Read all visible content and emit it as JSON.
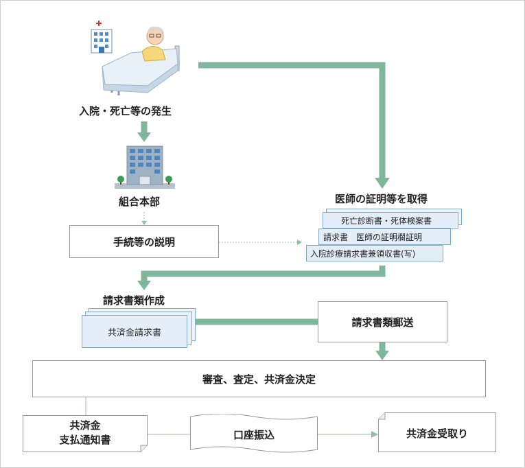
{
  "nodes": {
    "hospitalization": "入院・死亡等の発生",
    "headquarters": "組合本部",
    "procedure_explanation": "手続等の説明",
    "obtain_certificates": "医師の証明等を取得",
    "documents": [
      "死亡診断書・死体検案書",
      "請求書　医師の証明欄証明",
      "入院診療請求書兼領収書(写)"
    ],
    "claim_preparation": "請求書類作成",
    "claim_form": "共済金請求書",
    "mail_claim": "請求書類郵送",
    "review": "審査、査定、共済金決定",
    "payment_notice_line1": "共済金",
    "payment_notice_line2": "支払通知書",
    "bank_transfer": "口座振込",
    "receipt": "共済金受取り"
  },
  "colors": {
    "arrow_green": "#7fb79b",
    "card_fill": "#e4eef8",
    "card_border": "#7fa7c9",
    "box_border": "#9a9a9a"
  }
}
